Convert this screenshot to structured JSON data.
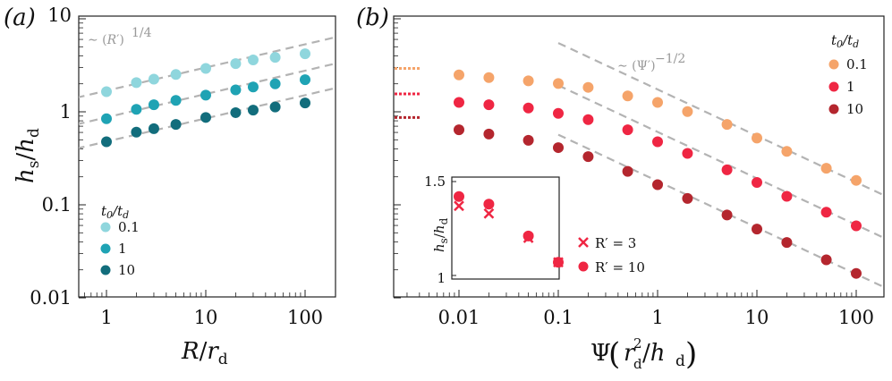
{
  "chart_data": [
    {
      "panel": "(a)",
      "type": "scatter",
      "xscale": "log",
      "yscale": "log",
      "xlim": [
        0.5,
        200
      ],
      "ylim": [
        0.01,
        10
      ],
      "xticks": [
        "1",
        "10",
        "100"
      ],
      "yticks": [
        "0.01",
        "0.1",
        "1",
        "10"
      ],
      "xlabel": "R/r_d",
      "ylabel": "h_s/h_d",
      "x": [
        1,
        2,
        3,
        5,
        10,
        20,
        30,
        50,
        100
      ],
      "legend_title": "t_0/t_d",
      "legend_position": "bottom-left",
      "series": [
        {
          "name": "0.1",
          "color": "#8fd6dd",
          "y": [
            1.8,
            2.25,
            2.45,
            2.75,
            3.2,
            3.6,
            3.95,
            4.2,
            4.6
          ]
        },
        {
          "name": "1",
          "color": "#1fa3b4",
          "y": [
            0.92,
            1.16,
            1.3,
            1.45,
            1.65,
            1.88,
            2.02,
            2.18,
            2.42
          ]
        },
        {
          "name": "10",
          "color": "#126d7c",
          "y": [
            0.52,
            0.66,
            0.72,
            0.8,
            0.95,
            1.07,
            1.14,
            1.23,
            1.36
          ]
        }
      ],
      "trend_annotation": "∼ (R′)^{1/4}",
      "trend_lines": [
        {
          "x": [
            0.5,
            200
          ],
          "y": [
            1.55,
            6.9
          ]
        },
        {
          "x": [
            0.5,
            200
          ],
          "y": [
            0.8,
            3.6
          ]
        },
        {
          "x": [
            0.5,
            200
          ],
          "y": [
            0.44,
            1.96
          ]
        }
      ]
    },
    {
      "panel": "(b)",
      "type": "scatter",
      "xscale": "log",
      "yscale": "log",
      "xlim": [
        0.002,
        200
      ],
      "ylim": [
        0.01,
        10
      ],
      "xticks": [
        "0.01",
        "0.1",
        "1",
        "10",
        "100"
      ],
      "xlabel": "Ψ (r_d^2/h_d)",
      "x": [
        0.01,
        0.02,
        0.05,
        0.1,
        0.2,
        0.5,
        1,
        2,
        5,
        10,
        20,
        50,
        100
      ],
      "legend_title": "t_0/t_d",
      "legend_position": "top-right",
      "series": [
        {
          "name": "0.1",
          "color": "#f5a46a",
          "y": [
            2.72,
            2.55,
            2.35,
            2.2,
            2.0,
            1.62,
            1.38,
            1.1,
            0.8,
            0.57,
            0.41,
            0.27,
            0.2
          ]
        },
        {
          "name": "1",
          "color": "#ef2643",
          "y": [
            1.38,
            1.3,
            1.2,
            1.05,
            0.9,
            0.7,
            0.52,
            0.39,
            0.26,
            0.19,
            0.135,
            0.091,
            0.065
          ]
        },
        {
          "name": "10",
          "color": "#b4262e",
          "y": [
            0.7,
            0.63,
            0.54,
            0.45,
            0.36,
            0.25,
            0.18,
            0.128,
            0.085,
            0.06,
            0.043,
            0.028,
            0.02
          ]
        }
      ],
      "dotted_marks": [
        {
          "color": "#f5a46a",
          "y": 3.2
        },
        {
          "color": "#ef2643",
          "y": 1.7
        },
        {
          "color": "#b4262e",
          "y": 0.95
        }
      ],
      "trend_annotation": "∼ (Ψ′)^{−1/2}",
      "trend_lines": [
        {
          "x": [
            0.1,
            200
          ],
          "y": [
            6.0,
            0.135
          ]
        },
        {
          "x": [
            0.1,
            200
          ],
          "y": [
            2.1,
            0.047
          ]
        },
        {
          "x": [
            0.1,
            200
          ],
          "y": [
            0.62,
            0.0139
          ]
        }
      ],
      "inset": {
        "type": "scatter",
        "xlim": [
          0.007,
          0.12
        ],
        "yticks": [
          "1",
          "1.5"
        ],
        "ylim": [
          1,
          1.5
        ],
        "ylabel": "h_s/h_d",
        "legend_position": "right",
        "series": [
          {
            "name": "R′ = 3",
            "marker": "x",
            "color": "#ef2643",
            "x": [
              0.01,
              0.02,
              0.05,
              0.1
            ],
            "y": [
              1.37,
              1.33,
              1.2,
              1.07
            ]
          },
          {
            "name": "R′ = 10",
            "marker": "o",
            "color": "#ef2643",
            "x": [
              0.01,
              0.02,
              0.05,
              0.1
            ],
            "y": [
              1.42,
              1.38,
              1.21,
              1.07
            ]
          }
        ]
      }
    }
  ]
}
